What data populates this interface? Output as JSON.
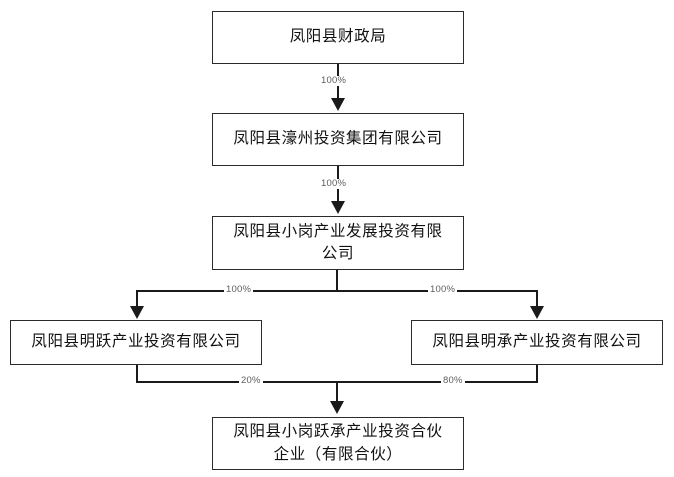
{
  "diagram": {
    "type": "org-ownership-structure-chart",
    "nodes": [
      {
        "id": "n1",
        "label": "凤阳县财政局"
      },
      {
        "id": "n2",
        "label": "凤阳县濠州投资集团有限公司"
      },
      {
        "id": "n3",
        "line1": "凤阳县小岗产业发展投资有限",
        "line2": "公司"
      },
      {
        "id": "n4",
        "label": "凤阳县明跃产业投资有限公司"
      },
      {
        "id": "n5",
        "label": "凤阳县明承产业投资有限公司"
      },
      {
        "id": "n6",
        "line1": "凤阳县小岗跃承产业投资合伙",
        "line2": "企业（有限合伙）"
      }
    ],
    "edges": [
      {
        "id": "e1",
        "from": "n1",
        "to": "n2",
        "label": "100%"
      },
      {
        "id": "e2",
        "from": "n2",
        "to": "n3",
        "label": "100%"
      },
      {
        "id": "e3",
        "from": "n3",
        "to": "n4",
        "label": "100%"
      },
      {
        "id": "e4",
        "from": "n3",
        "to": "n5",
        "label": "100%"
      },
      {
        "id": "e5",
        "from": "n4",
        "to": "n6",
        "label": "20%"
      },
      {
        "id": "e6",
        "from": "n5",
        "to": "n6",
        "label": "80%"
      }
    ],
    "colors": {
      "box_border": "#2b2b2b",
      "line": "#1a1a1a",
      "text": "#111111",
      "edge_label_text": "#5d5d5d",
      "background": "#ffffff"
    }
  }
}
